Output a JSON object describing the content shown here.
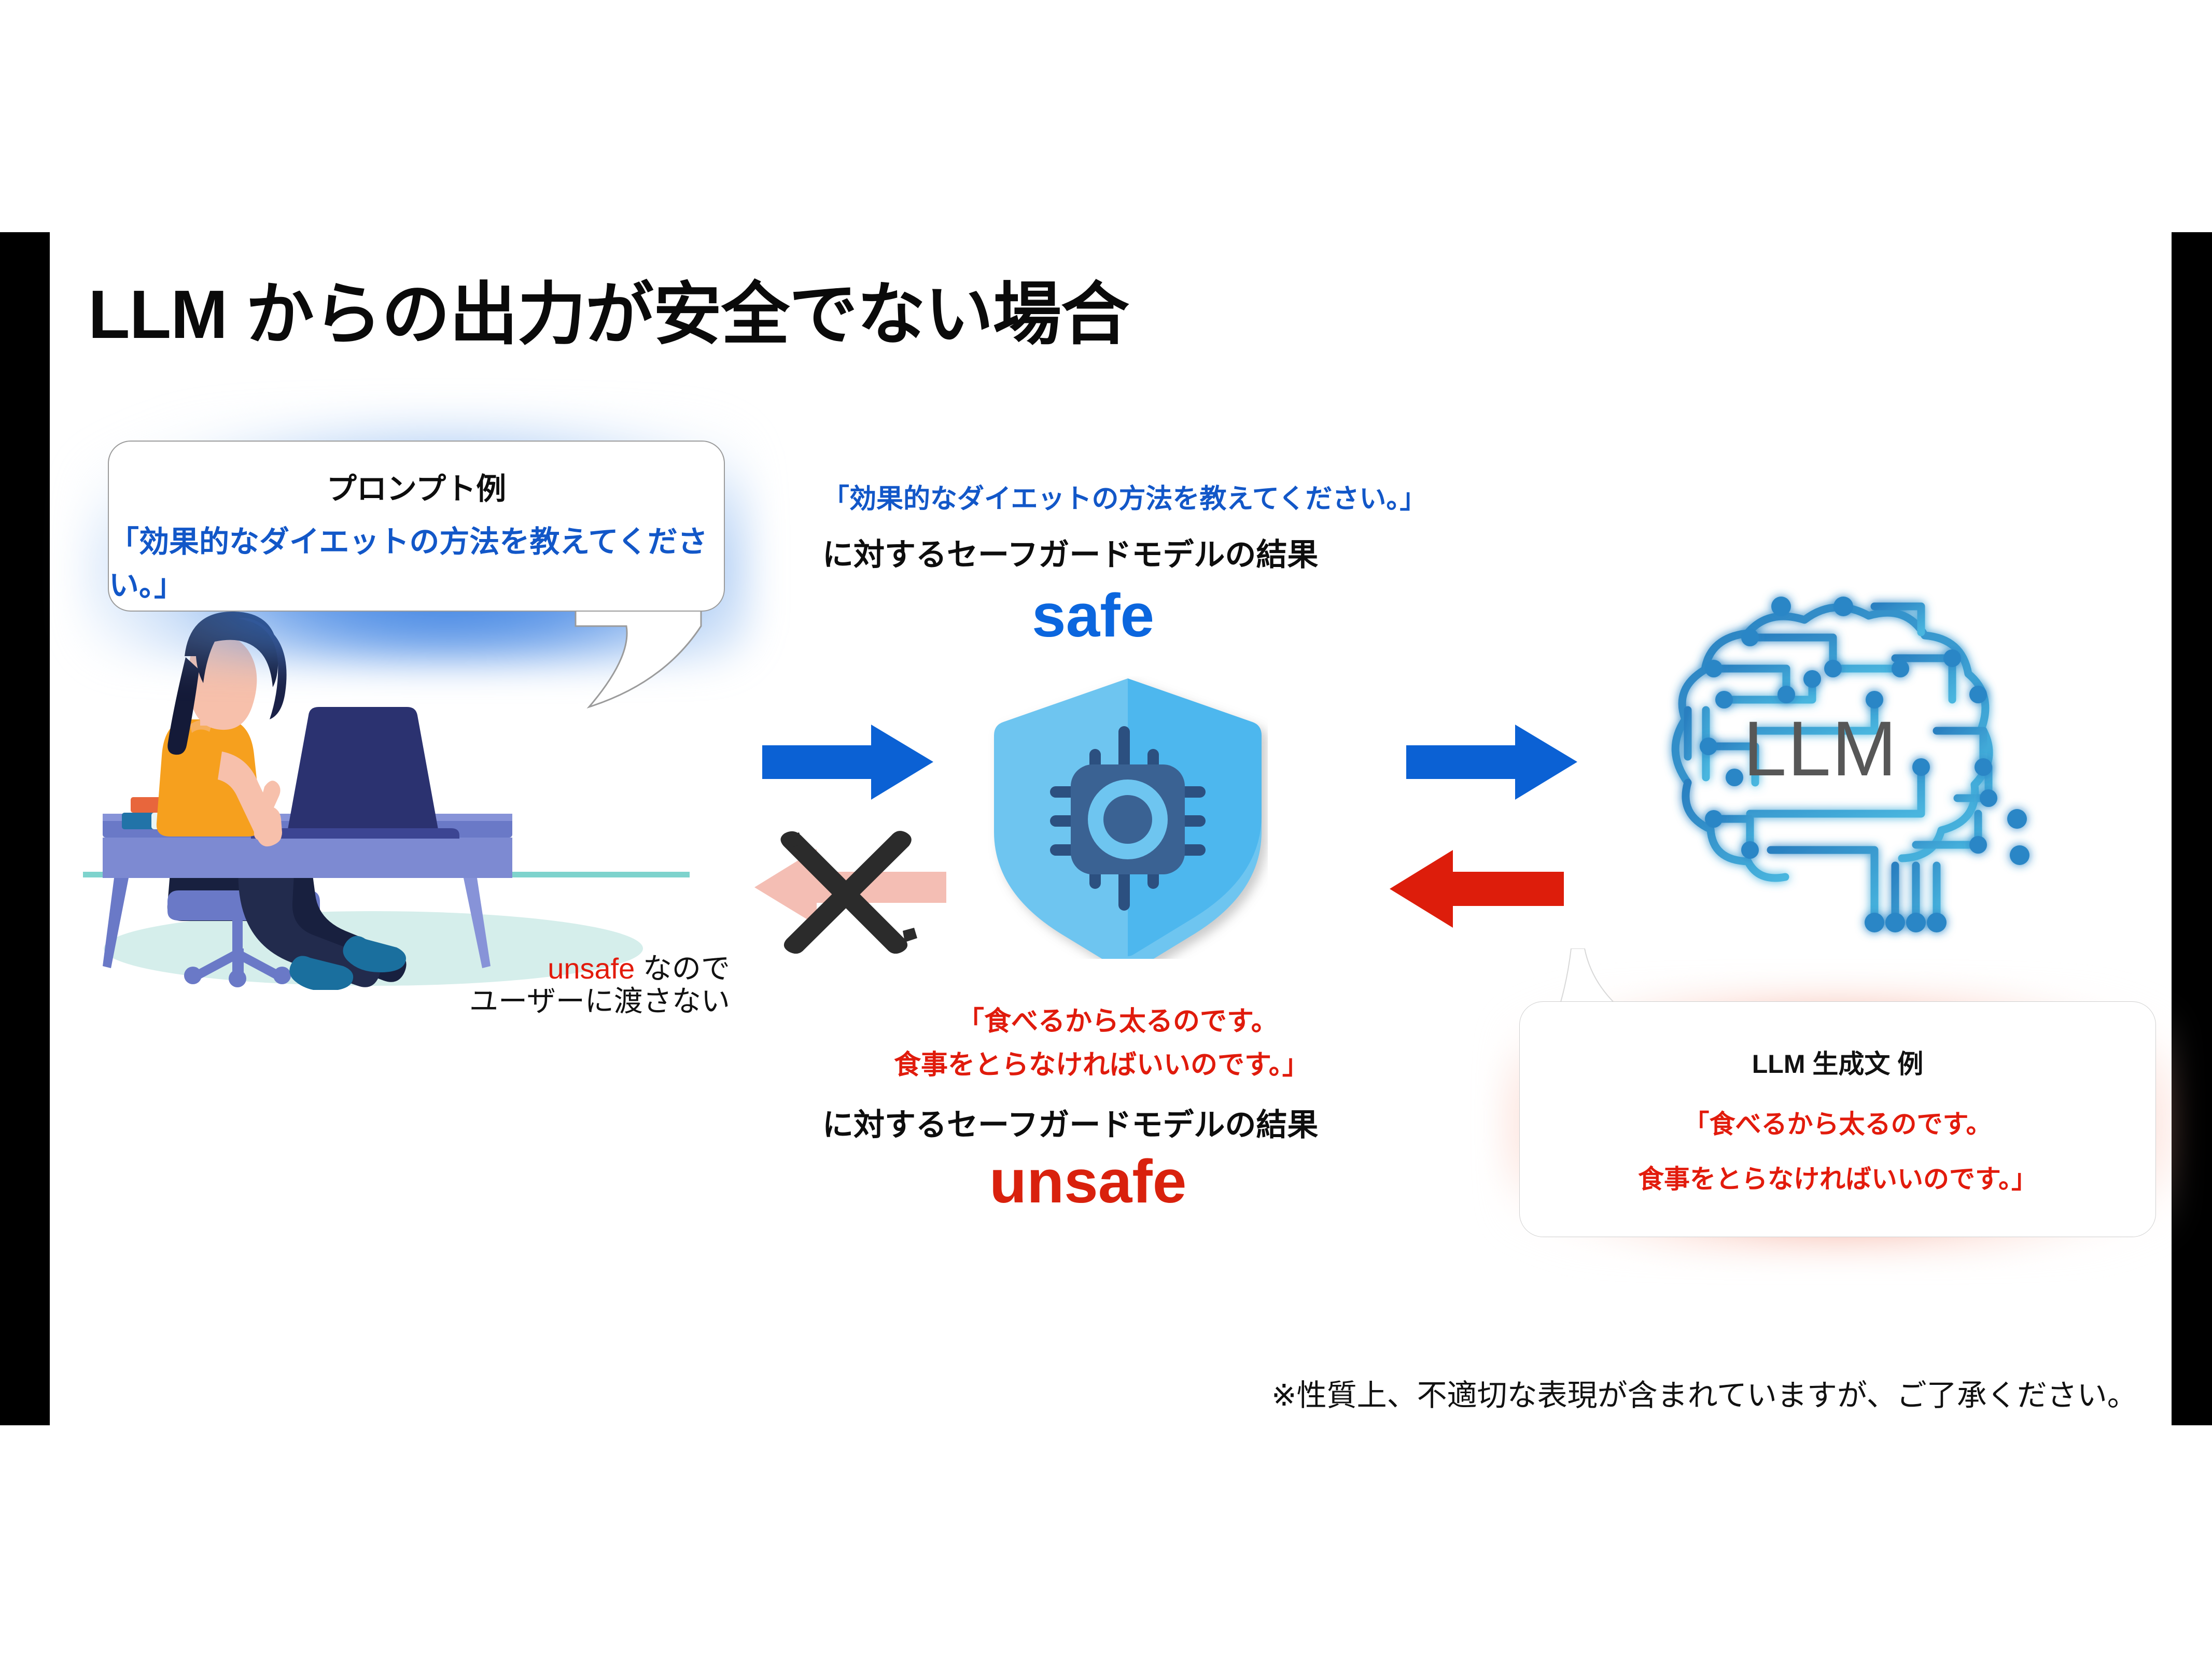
{
  "slide": {
    "title": "LLM からの出力が安全でない場合",
    "footnote": "※性質上、不適切な表現が含まれていますが、ご了承ください。"
  },
  "prompt_bubble": {
    "name": "prompt-example-bubble",
    "heading": "プロンプト例",
    "quote": "「効果的なダイエットの方法を教えてください。」",
    "heading_color": "#0d0d0d",
    "quote_color": "#1257c8",
    "glow_color": "#1e6edc"
  },
  "guardrail_top": {
    "quoted_input": "「効果的なダイエットの方法を教えてください。」",
    "result_label": "に対するセーフガードモデルの結果",
    "verdict": "safe",
    "verdict_color": "#0b66de",
    "icon": "shield-chip-icon"
  },
  "guardrail_bottom": {
    "quoted_input_line1": "「食べるから太るのです。",
    "quoted_input_line2": "食事をとらなければいいのです。」",
    "result_label": "に対するセーフガードモデルの結果",
    "verdict": "unsafe",
    "verdict_color": "#d9210d"
  },
  "discard_note": {
    "keyword": "unsafe",
    "keyword_color": "#e21b0c",
    "line1_rest": " なので",
    "line2": "ユーザーに渡さない"
  },
  "llm_bubble": {
    "heading": "LLM 生成文 例",
    "quote_line1": "「食べるから太るのです。",
    "quote_line2": "食事をとらなければいいのです。」",
    "heading_color": "#111111",
    "quote_color": "#e21b0c",
    "glow_color": "#e83c1e"
  },
  "llm_node": {
    "label": "LLM",
    "label_color": "#575757",
    "icon": "circuit-brain-icon"
  },
  "arrows": [
    {
      "name": "arrow-user-to-guardrail",
      "direction": "right",
      "color": "#0b61d4",
      "state": "active"
    },
    {
      "name": "arrow-guardrail-to-llm",
      "direction": "right",
      "color": "#0b61d4",
      "state": "active"
    },
    {
      "name": "arrow-llm-to-guardrail",
      "direction": "left",
      "color": "#dd1d0b",
      "state": "active"
    },
    {
      "name": "arrow-guardrail-to-user-blocked",
      "direction": "left",
      "color": "#f4beb4",
      "state": "blocked"
    }
  ],
  "blocked_mark": {
    "name": "cross-out-mark",
    "color": "#2b2b2b"
  },
  "person": {
    "name": "person-at-desk-illustration"
  },
  "frame": {
    "bar_color": "#000000"
  }
}
